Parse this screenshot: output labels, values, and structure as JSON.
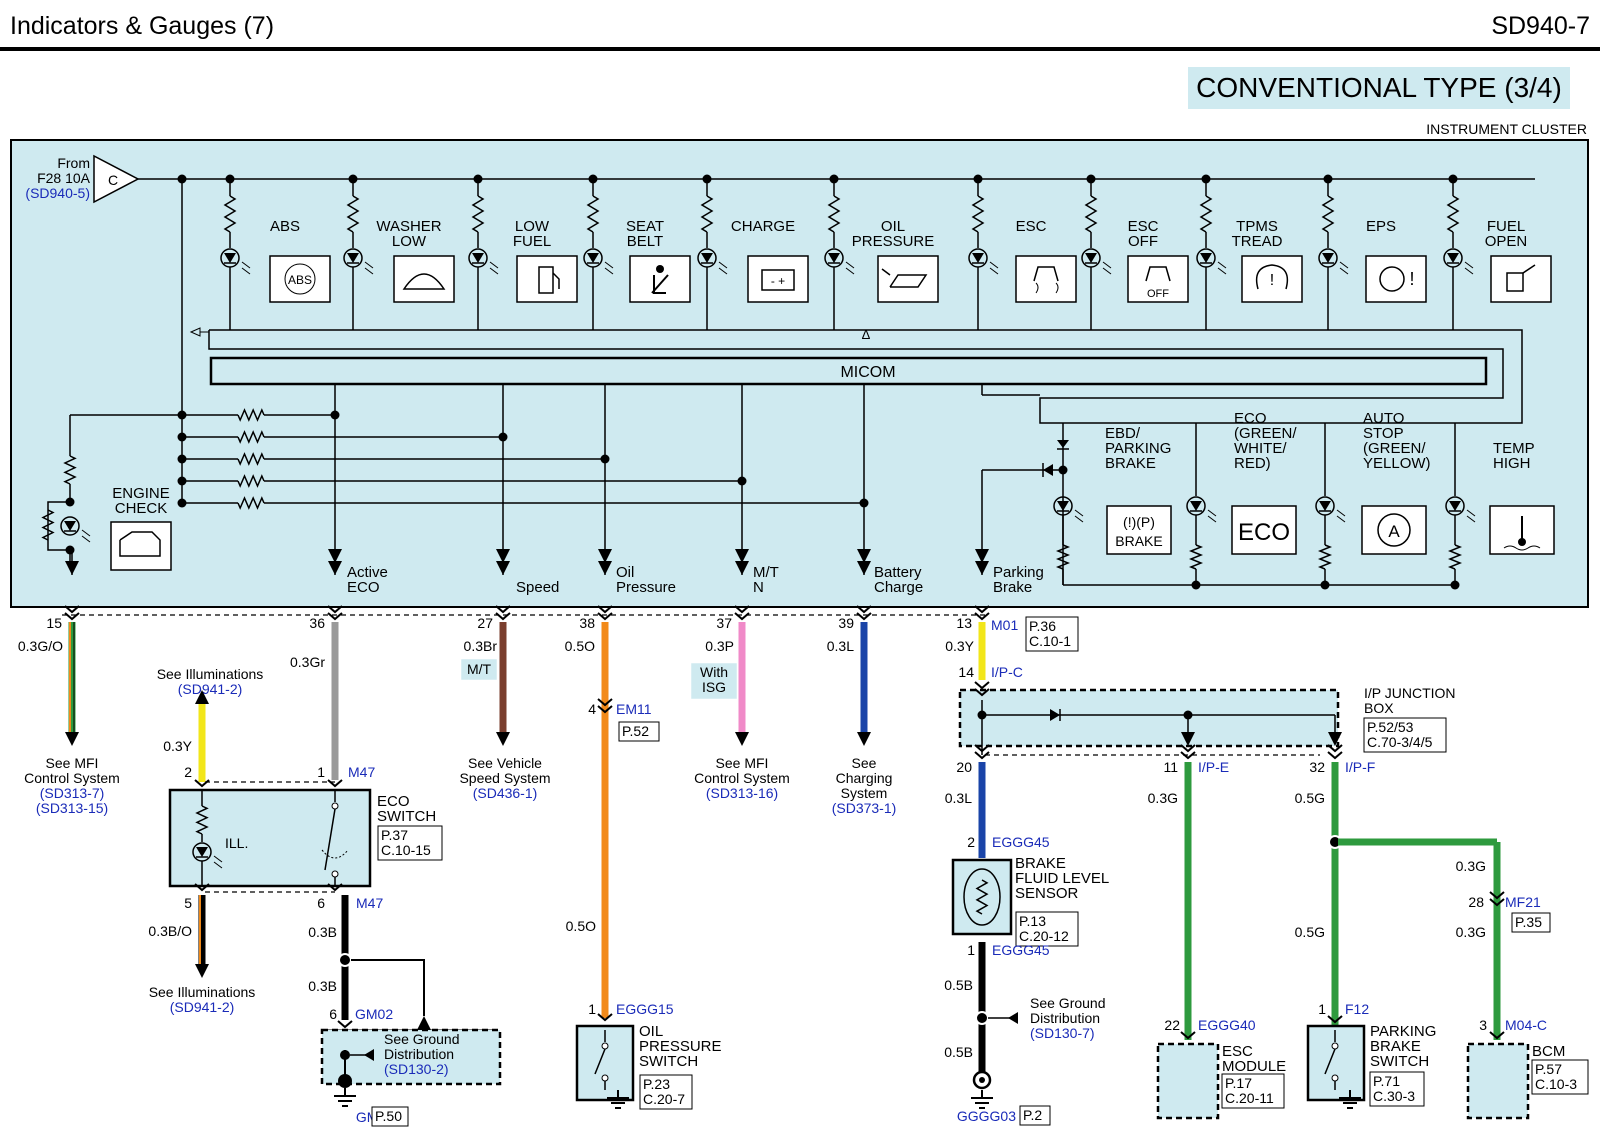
{
  "header": {
    "title": "Indicators & Gauges (7)",
    "code": "SD940-7"
  },
  "section_title": "CONVENTIONAL TYPE (3/4)",
  "cluster_label": "INSTRUMENT CLUSTER",
  "source": {
    "from": "From",
    "fuse": "F28 10A",
    "ref": "(SD940-5)",
    "connector": "C"
  },
  "micom_label": "MICOM",
  "indicators_top": [
    {
      "label1": "ABS",
      "label2": "",
      "icon": "ABS"
    },
    {
      "label1": "WASHER",
      "label2": "LOW",
      "icon": "washer"
    },
    {
      "label1": "LOW",
      "label2": "FUEL",
      "icon": "fuel"
    },
    {
      "label1": "SEAT",
      "label2": "BELT",
      "icon": "belt"
    },
    {
      "label1": "CHARGE",
      "label2": "",
      "icon": "battery"
    },
    {
      "label1": "OIL",
      "label2": "PRESSURE",
      "icon": "oil"
    },
    {
      "label1": "ESC",
      "label2": "",
      "icon": "esc"
    },
    {
      "label1": "ESC",
      "label2": "OFF",
      "icon": "OFF"
    },
    {
      "label1": "TPMS",
      "label2": "TREAD",
      "icon": "tpms"
    },
    {
      "label1": "EPS",
      "label2": "",
      "icon": "eps"
    },
    {
      "label1": "FUEL",
      "label2": "OPEN",
      "icon": "fuel-open"
    }
  ],
  "indicators_bottom": [
    {
      "lines": [
        "EBD/",
        "PARKING",
        "BRAKE"
      ],
      "icon_lines": [
        "(!)(P)",
        "BRAKE"
      ]
    },
    {
      "lines": [
        "ECO",
        "(GREEN/",
        "WHITE/",
        "RED)"
      ],
      "icon_lines": [
        "ECO"
      ]
    },
    {
      "lines": [
        "AUTO",
        "STOP",
        "(GREEN/",
        "YELLOW)"
      ],
      "icon_lines": [
        "A"
      ]
    },
    {
      "lines": [
        "TEMP",
        "HIGH"
      ],
      "icon_lines": [
        "temp"
      ]
    }
  ],
  "engine_check": [
    "ENGINE",
    "CHECK"
  ],
  "signals": [
    {
      "lines": [
        "Active",
        "ECO"
      ]
    },
    {
      "lines": [
        "Speed"
      ]
    },
    {
      "lines": [
        "Oil",
        "Pressure"
      ]
    },
    {
      "lines": [
        "M/T",
        "N"
      ]
    },
    {
      "lines": [
        "Battery",
        "Charge"
      ]
    },
    {
      "lines": [
        "Parking",
        "Brake"
      ]
    }
  ],
  "pins": [
    {
      "pin": "15",
      "wire": "0.3G/O",
      "color": "#2e9a3e",
      "stripe": "#f08a1a"
    },
    {
      "pin": "36",
      "wire": "0.3Gr",
      "color": "#9a9a9a"
    },
    {
      "pin": "27",
      "wire": "0.3Br",
      "color": "#7a3e2e",
      "tag": [
        "M/T"
      ]
    },
    {
      "pin": "38",
      "wire": "0.5O",
      "color": "#f28a1a"
    },
    {
      "pin": "37",
      "wire": "0.3P",
      "color": "#f08ac8",
      "tag": [
        "With",
        "ISG"
      ]
    },
    {
      "pin": "39",
      "wire": "0.3L",
      "color": "#1a44a8"
    },
    {
      "pin": "13",
      "wire": "0.3Y",
      "color": "#f2e61a"
    }
  ],
  "connectors": {
    "m01": "M01",
    "m01_ref": [
      "P.36",
      "C.10-1"
    ],
    "ipc": "I/P-C",
    "ipc_pin": "14",
    "em11": "EM11",
    "em11_pin": "4",
    "em11_ref": "P.52",
    "m47": "M47",
    "m47_pin_top": "1",
    "m47_pin_bottom": "6",
    "gm02": "GM02",
    "gm02_pin": "6",
    "gm02_ref": "P.50",
    "eggg15": "EGGG15",
    "eggg15_pin": "1",
    "eggg45": "EGGG45",
    "eggg45_pin_top": "2",
    "eggg45_pin_bottom": "1",
    "gggg03": "GGGG03",
    "gggg03_ref": "P.2",
    "ipe": "I/P-E",
    "ipe_pin": "11",
    "ipf": "I/P-F",
    "ipf_pin": "32",
    "mf21": "MF21",
    "mf21_pin": "28",
    "mf21_ref": "P.35",
    "eggg40": "EGGG40",
    "eggg40_pin": "22",
    "f12": "F12",
    "f12_pin": "1",
    "m04c": "M04-C",
    "m04c_pin": "3",
    "pin20": "20"
  },
  "junction_box": {
    "lines": [
      "I/P JUNCTION",
      "BOX"
    ],
    "ref": [
      "P.52/53",
      "C.70-3/4/5"
    ]
  },
  "refs": {
    "mfi1": [
      "See MFI",
      "Control System",
      "(SD313-7)",
      "(SD313-15)"
    ],
    "illum_top": [
      "See Illuminations",
      "(SD941-2)"
    ],
    "illum_bottom": [
      "See Illuminations",
      "(SD941-2)"
    ],
    "vehicle_speed": [
      "See Vehicle",
      "Speed System",
      "(SD436-1)"
    ],
    "mfi2": [
      "See MFI",
      "Control System",
      "(SD313-16)"
    ],
    "charging": [
      "See",
      "Charging",
      "System",
      "(SD373-1)"
    ],
    "ground1": [
      "See Ground",
      "Distribution",
      "(SD130-2)"
    ],
    "ground2": [
      "See Ground",
      "Distribution",
      "(SD130-7)"
    ]
  },
  "eco_switch": {
    "lines": [
      "ECO",
      "SWITCH"
    ],
    "ref": [
      "P.37",
      "C.10-15"
    ],
    "ill": "ILL.",
    "pin2": "2",
    "pin5": "5",
    "wire_top": "0.3Y",
    "wire_bottom": "0.3B/O"
  },
  "oil_switch": {
    "lines": [
      "OIL",
      "PRESSURE",
      "SWITCH"
    ],
    "ref": [
      "P.23",
      "C.20-7"
    ],
    "wire": "0.5O"
  },
  "brake_fluid": {
    "lines": [
      "BRAKE",
      "FLUID LEVEL",
      "SENSOR"
    ],
    "ref": [
      "P.13",
      "C.20-12"
    ],
    "wire_top": "0.3L",
    "wire_bottom1": "0.5B",
    "wire_bottom2": "0.5B"
  },
  "esc_module": {
    "lines": [
      "ESC",
      "MODULE"
    ],
    "ref": [
      "P.17",
      "C.20-11"
    ],
    "wire": "0.3G"
  },
  "parking_switch": {
    "lines": [
      "PARKING",
      "BRAKE",
      "SWITCH"
    ],
    "ref": [
      "P.71",
      "C.30-3"
    ],
    "wire_top": "0.5G",
    "wire_bottom": "0.5G"
  },
  "bcm": {
    "lines": [
      "BCM"
    ],
    "ref": [
      "P.57",
      "C.10-3"
    ],
    "wire_top": "0.3G",
    "wire_bottom": "0.3G"
  },
  "eco_ground": {
    "wire1": "0.3B",
    "wire2": "0.3B"
  }
}
